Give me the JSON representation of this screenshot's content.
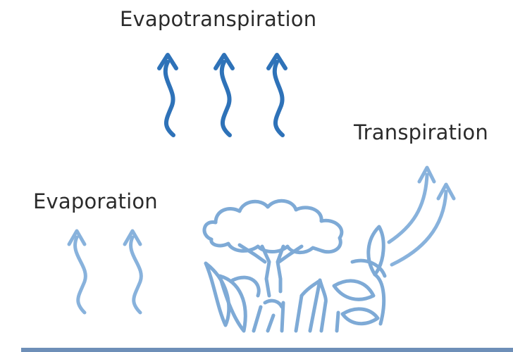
{
  "labels": {
    "evapotranspiration": "Evapotranspiration",
    "transpiration": "Transpiration",
    "evaporation": "Evaporation"
  },
  "colors": {
    "dark_arrow": "#2e72b8",
    "light_arrow": "#88b2dc",
    "plant": "#7eaad6",
    "ground": "#6e8fb8",
    "text": "#2b2b2b"
  }
}
